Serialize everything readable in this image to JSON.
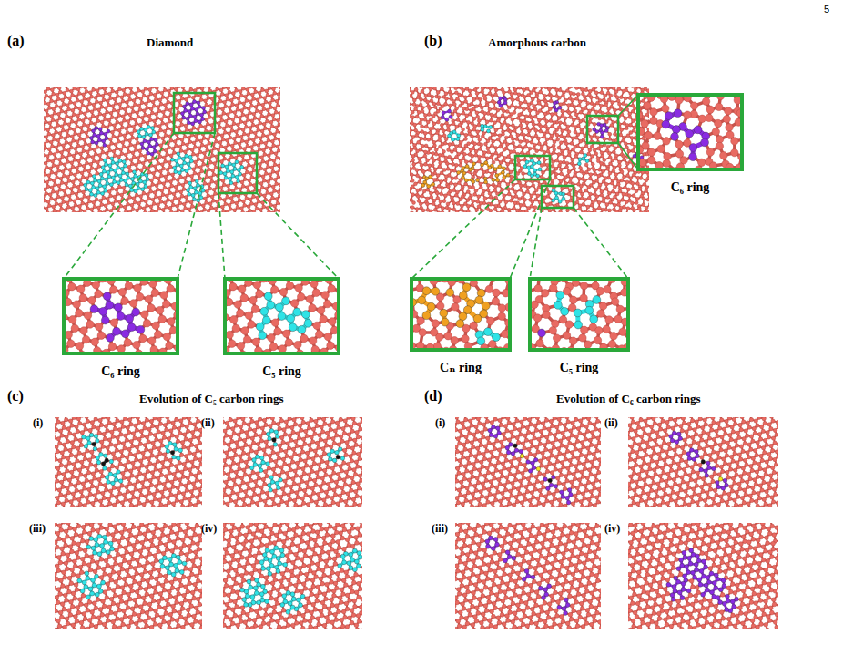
{
  "diagram": {
    "nodes": [
      {
        "text": [
          "C₆ ring"
        ]
      },
      {
        "text": [
          "C₅ ring"
        ]
      },
      {
        "text": [
          "C₆ ring"
        ]
      },
      {
        "text": [
          "Cₙ ring"
        ]
      },
      {
        "text": [
          "C₅ ring"
        ]
      }
    ],
    "labels": [
      "5",
      "(a)",
      "Diamond",
      "(b)",
      "Amorphous carbon",
      "(c)",
      "Evolution of C₅ carbon rings",
      "(d)",
      "Evolution of C₆ carbon rings",
      "(i)",
      "(ii)",
      "(iii)",
      "(iv)",
      "(i)",
      "(ii)",
      "(iii)",
      "(iv)"
    ]
  }
}
